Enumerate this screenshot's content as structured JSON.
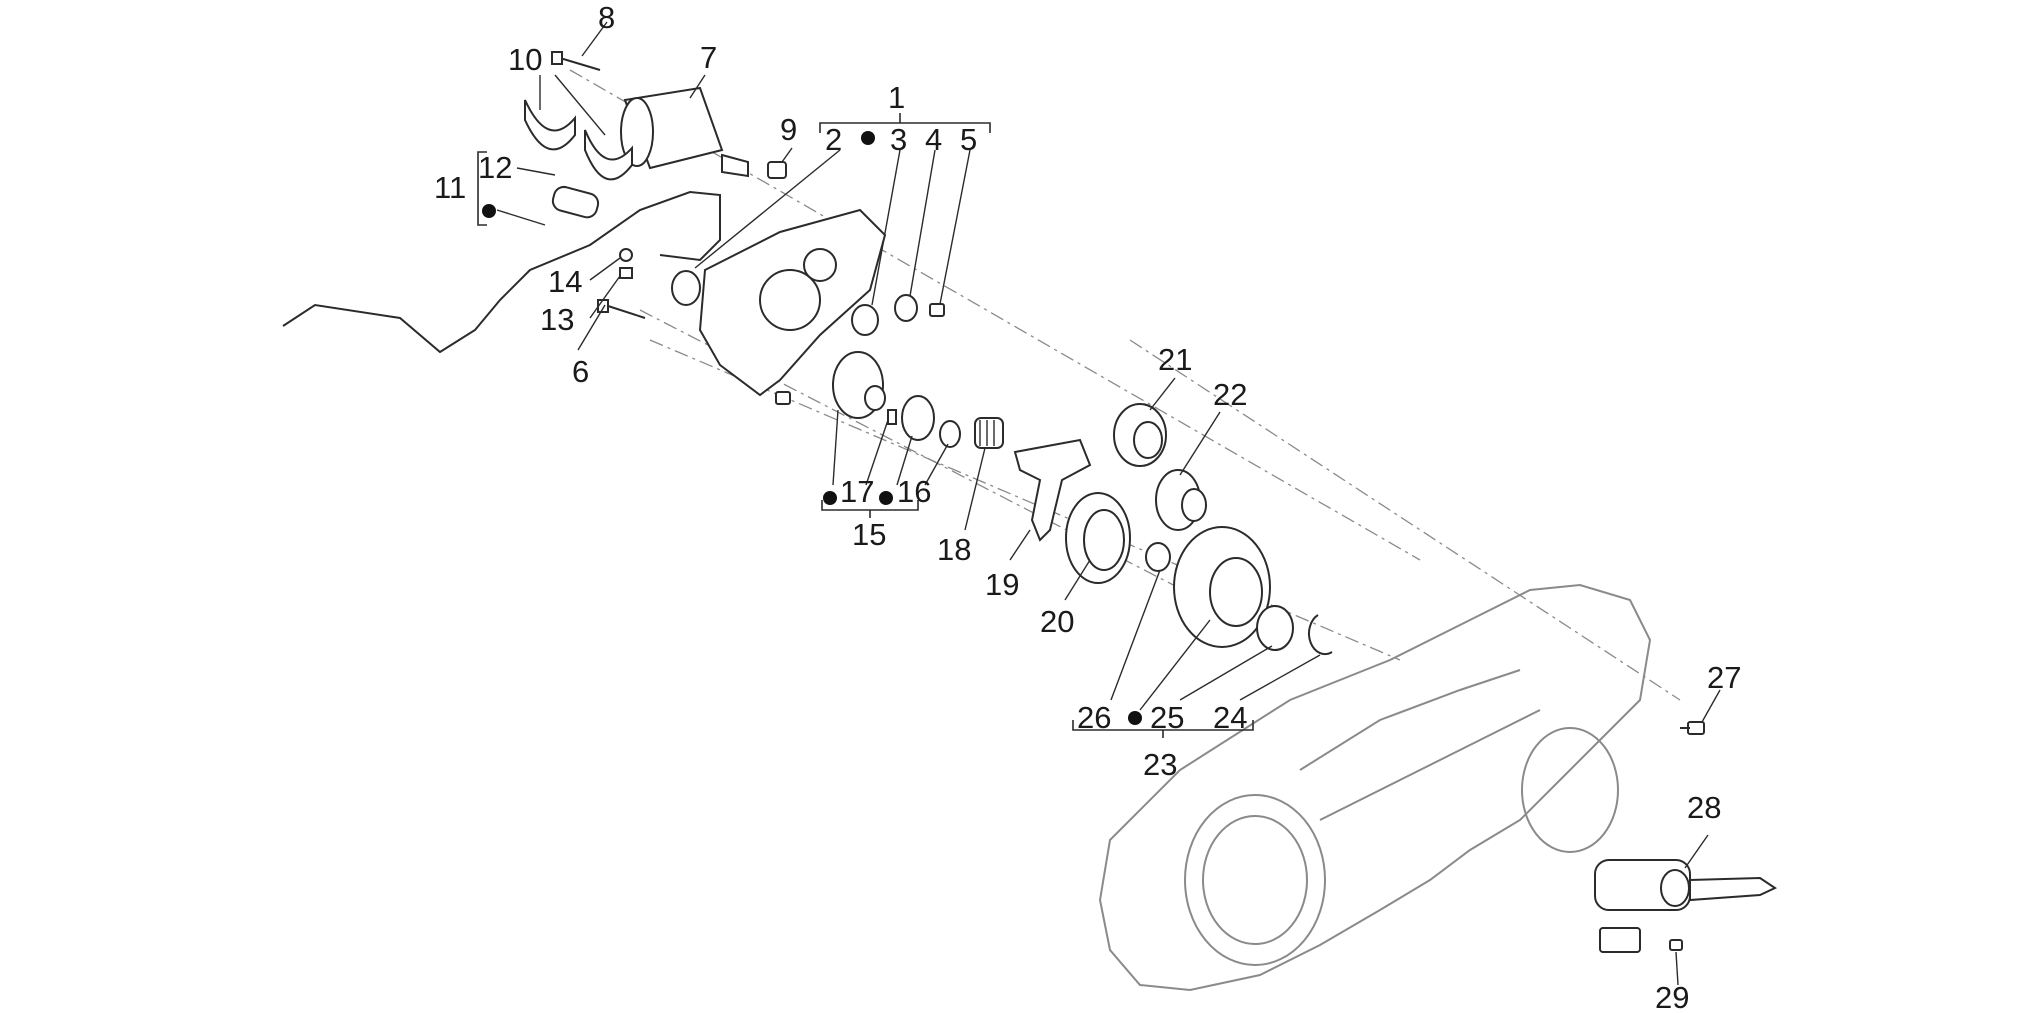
{
  "callouts": [
    {
      "id": "1",
      "text": "1"
    },
    {
      "id": "2",
      "text": "2"
    },
    {
      "id": "3",
      "text": "3"
    },
    {
      "id": "4",
      "text": "4"
    },
    {
      "id": "5",
      "text": "5"
    },
    {
      "id": "6",
      "text": "6"
    },
    {
      "id": "7",
      "text": "7"
    },
    {
      "id": "8",
      "text": "8"
    },
    {
      "id": "9",
      "text": "9"
    },
    {
      "id": "10",
      "text": "10"
    },
    {
      "id": "11",
      "text": "11"
    },
    {
      "id": "12",
      "text": "12"
    },
    {
      "id": "13",
      "text": "13"
    },
    {
      "id": "14",
      "text": "14"
    },
    {
      "id": "15",
      "text": "15"
    },
    {
      "id": "16",
      "text": "16"
    },
    {
      "id": "17",
      "text": "17"
    },
    {
      "id": "18",
      "text": "18"
    },
    {
      "id": "19",
      "text": "19"
    },
    {
      "id": "20",
      "text": "20"
    },
    {
      "id": "21",
      "text": "21"
    },
    {
      "id": "22",
      "text": "22"
    },
    {
      "id": "23",
      "text": "23"
    },
    {
      "id": "24",
      "text": "24"
    },
    {
      "id": "25",
      "text": "25"
    },
    {
      "id": "26",
      "text": "26"
    },
    {
      "id": "27",
      "text": "27"
    },
    {
      "id": "28",
      "text": "28"
    },
    {
      "id": "29",
      "text": "29"
    }
  ],
  "marker_icon": "filled-dot-icon",
  "colors": {
    "line": "#2b2b2b",
    "background": "#ffffff",
    "ghost_line": "#8a8a8a"
  }
}
